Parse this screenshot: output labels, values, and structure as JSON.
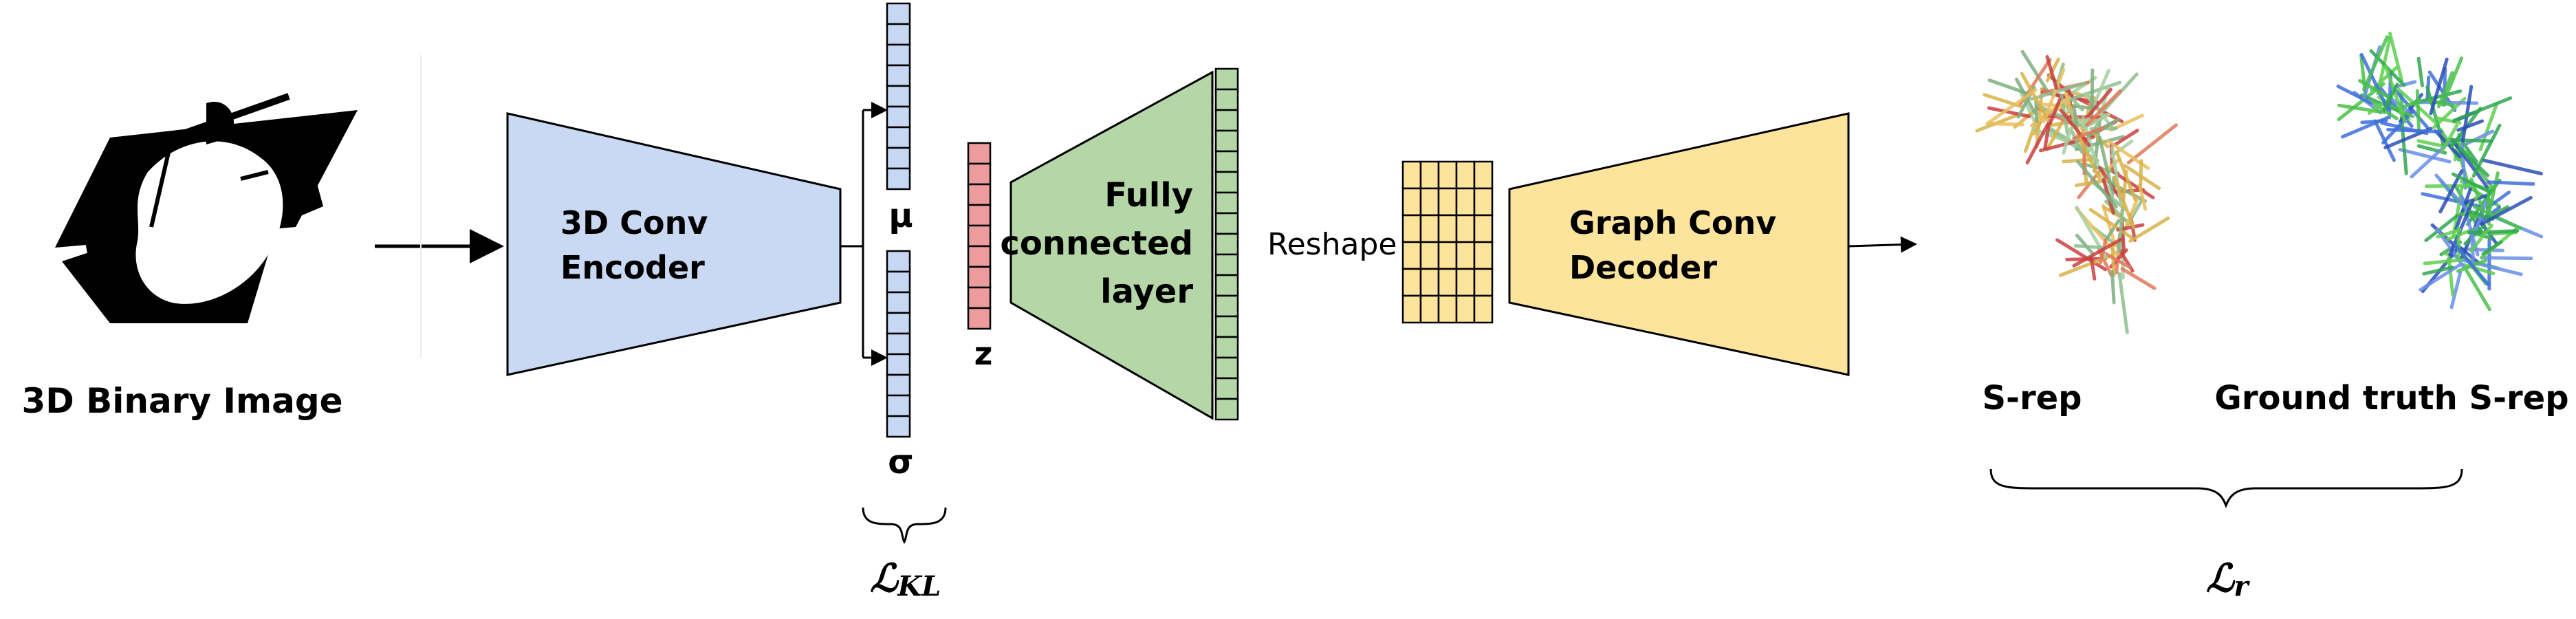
{
  "input": {
    "label": "3D Binary Image"
  },
  "encoder": {
    "line1": "3D Conv",
    "line2": "Encoder"
  },
  "latent": {
    "mu": "μ",
    "sigma": "σ",
    "z": "z"
  },
  "fc": {
    "line1": "Fully",
    "line2": "connected",
    "line3": "layer"
  },
  "reshape": {
    "label": "Reshape"
  },
  "decoder": {
    "line1": "Graph Conv",
    "line2": "Decoder"
  },
  "outputs": {
    "srep": "S-rep",
    "ground_truth": "Ground truth S-rep"
  },
  "losses": {
    "kl": "ℒKL",
    "kl_main": "ℒ",
    "kl_sub": "KL",
    "r_main": "ℒ",
    "r_sub": "r"
  },
  "colors": {
    "encoder_fill": "#c9d9f3",
    "vector_fill": "#c5d7f2",
    "z_fill": "#ec9c9c",
    "fc_fill": "#b5d6a7",
    "decoder_fill": "#fde49c",
    "grid_fill": "#fde49c",
    "stroke": "#000000"
  }
}
